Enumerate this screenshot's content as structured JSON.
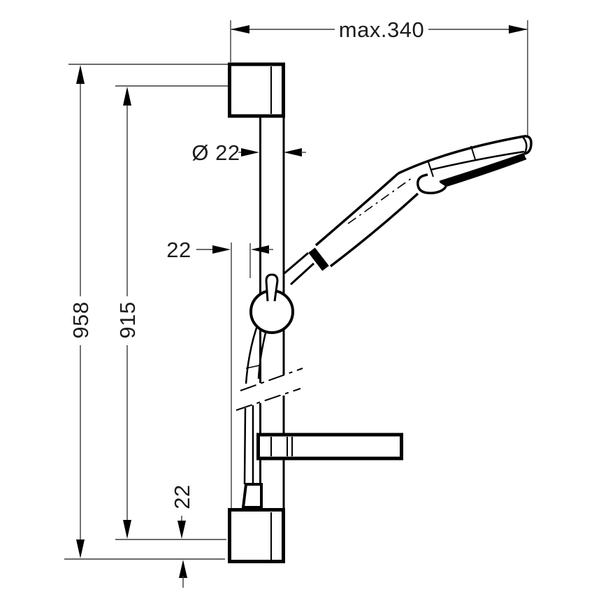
{
  "drawing": {
    "background": "#ffffff",
    "line_color": "#000000",
    "dimension_line_color": "#3a3a3a",
    "dimensions": {
      "top_width": "max.340",
      "rail_diameter": "Ø 22",
      "wall_offset": "22",
      "overall_height": "958",
      "bar_height": "915",
      "bottom_offset": "22"
    }
  }
}
